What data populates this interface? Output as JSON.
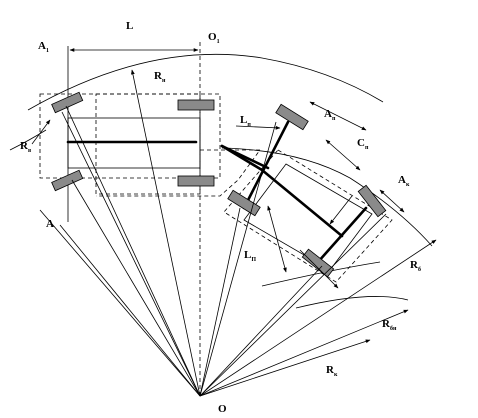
{
  "labels": {
    "L": "L",
    "O1": "O",
    "O1_sub": "1",
    "A1": "A",
    "A1_sub": "1",
    "Rn": "R",
    "Rn_sub": "н",
    "Rv": "R",
    "Rv_sub": "в",
    "A": "A",
    "Ln": "L",
    "Ln_sub": "п",
    "An": "A",
    "An_sub": "п",
    "Cn": "C",
    "Cn_sub": "п",
    "Ak": "A",
    "Ak_sub": "к",
    "Lp": "L",
    "Lp_sub": "П",
    "Rb": "R",
    "Rb_sub": "б",
    "Rbn": "R",
    "Rbn_sub": "бн",
    "Rk": "R",
    "Rk_sub": "к",
    "O": "O"
  }
}
